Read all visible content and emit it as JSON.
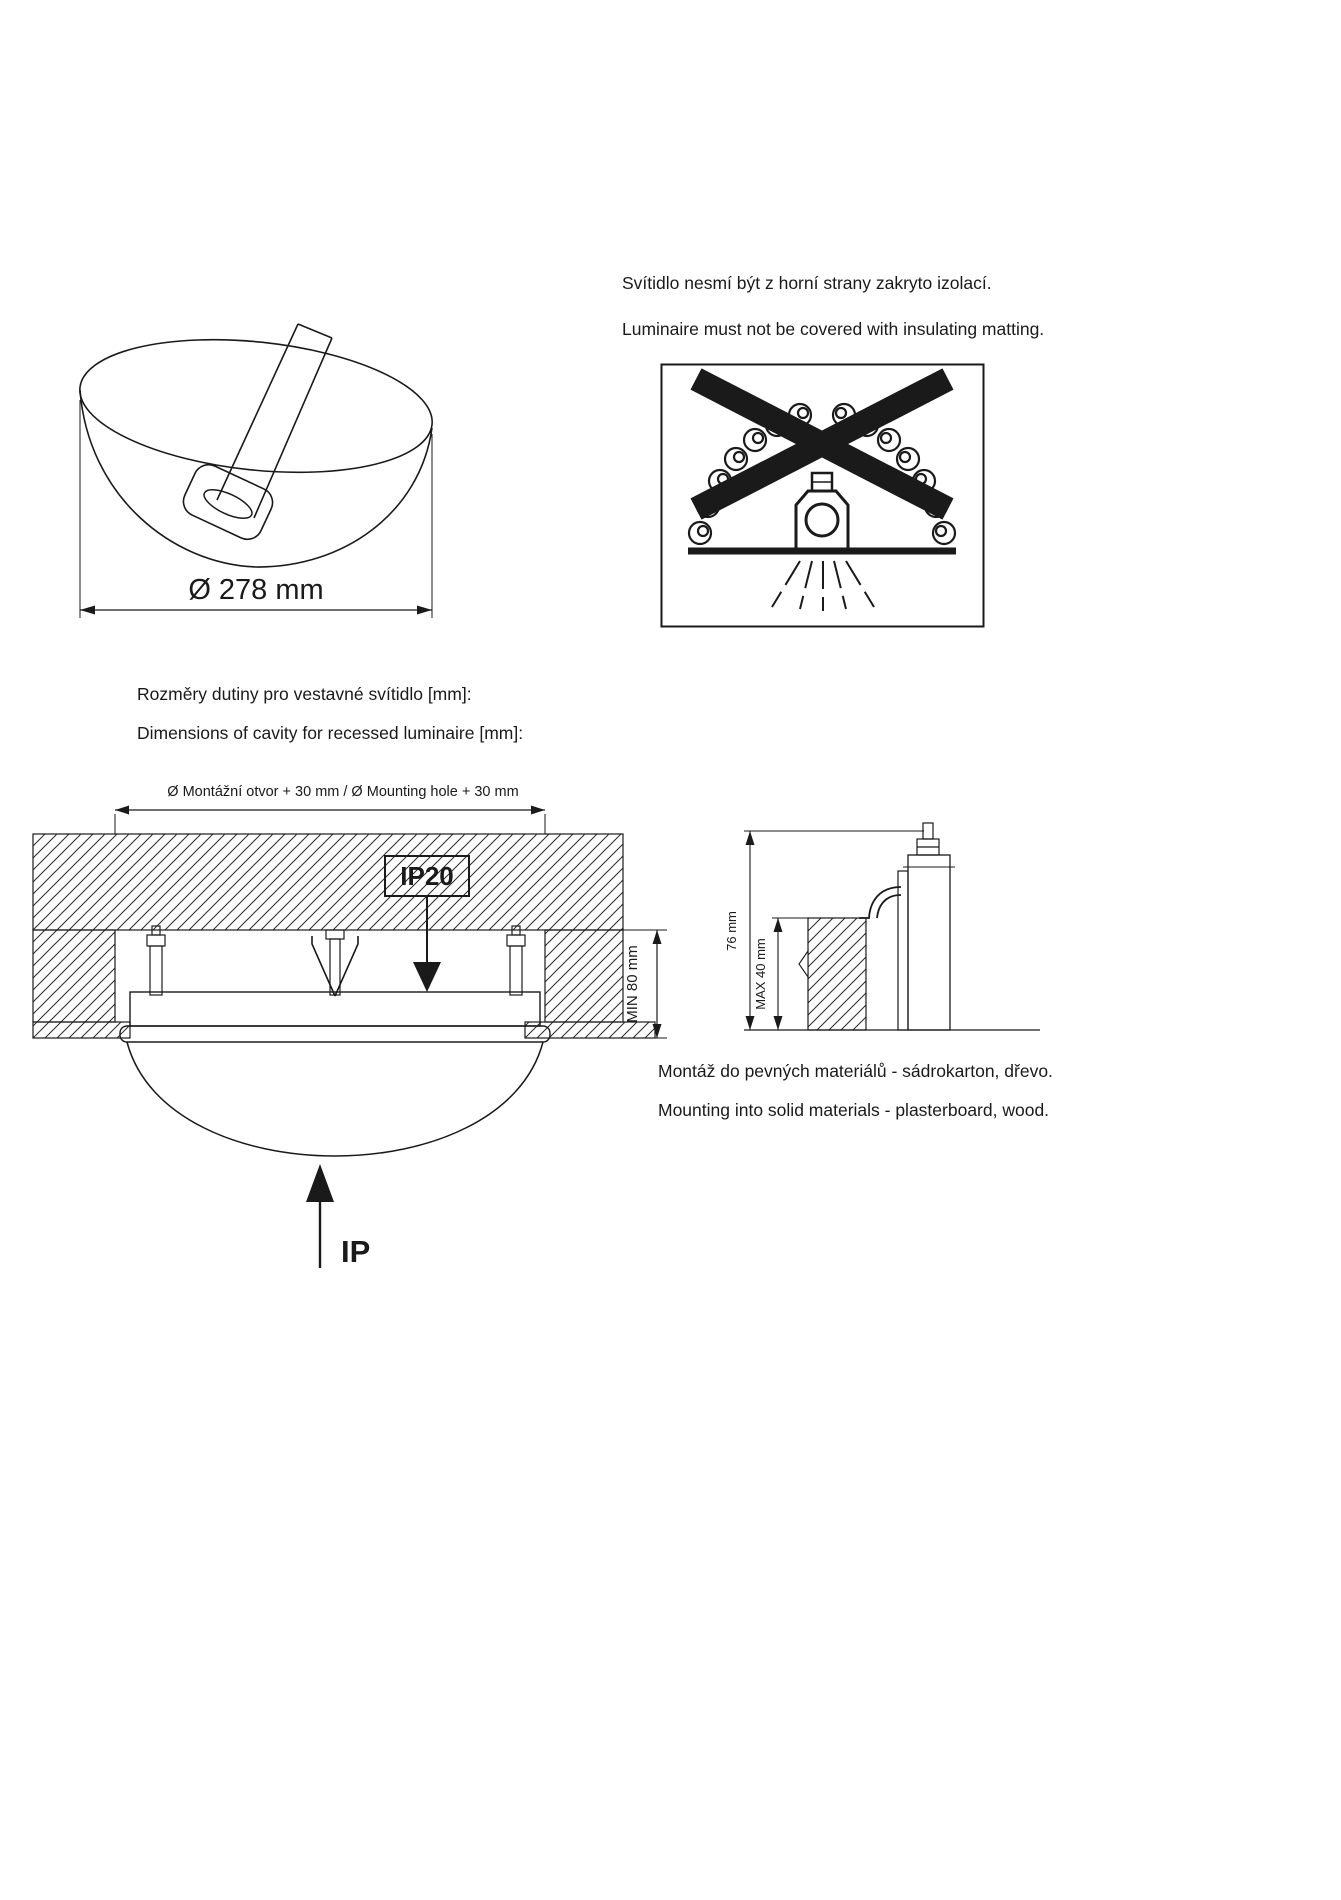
{
  "document": {
    "background": "#ffffff",
    "ink_color": "#1a1a1a"
  },
  "top_view": {
    "diameter_label": "Ø 278 mm"
  },
  "insulation_note": {
    "cs": "Svítidlo nesmí být z horní strany zakryto izolací.",
    "en": "Luminaire must not be covered with insulating matting."
  },
  "cavity_note": {
    "cs": "Rozměry dutiny pro vestavné svítidlo [mm]:",
    "en": "Dimensions of cavity for recessed luminaire [mm]:"
  },
  "cross_section": {
    "mounting_hole_label": "Ø Montážní otvor + 30 mm / Ø Mounting hole + 30 mm",
    "ip_rating_label": "IP20",
    "min_depth_label": "MIN 80 mm",
    "ip_arrow_label": "IP"
  },
  "mounting_detail": {
    "height_label": "76 mm",
    "max_thickness_label": "MAX 40 mm"
  },
  "mounting_note": {
    "cs": "Montáž do pevných materiálů - sádrokarton, dřevo.",
    "en": "Mounting into solid materials - plasterboard, wood."
  }
}
